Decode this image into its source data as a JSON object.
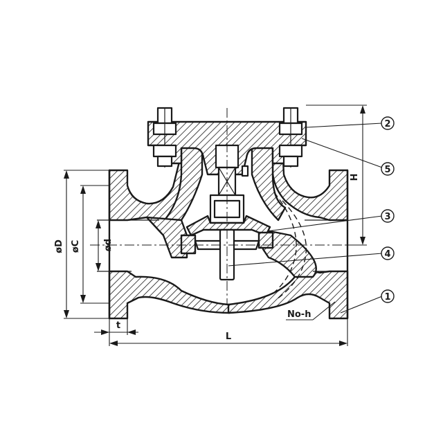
{
  "dimensions": {
    "outer_diameter": "øD",
    "bolt_circle": "øC",
    "bore": "ød",
    "flange_thickness": "t",
    "length": "L",
    "height": "H",
    "bolt_holes": "No-h"
  },
  "callouts": [
    "1",
    "2",
    "3",
    "4",
    "5"
  ],
  "colors": {
    "ink": "#1a1a1a",
    "paper": "#ffffff"
  }
}
